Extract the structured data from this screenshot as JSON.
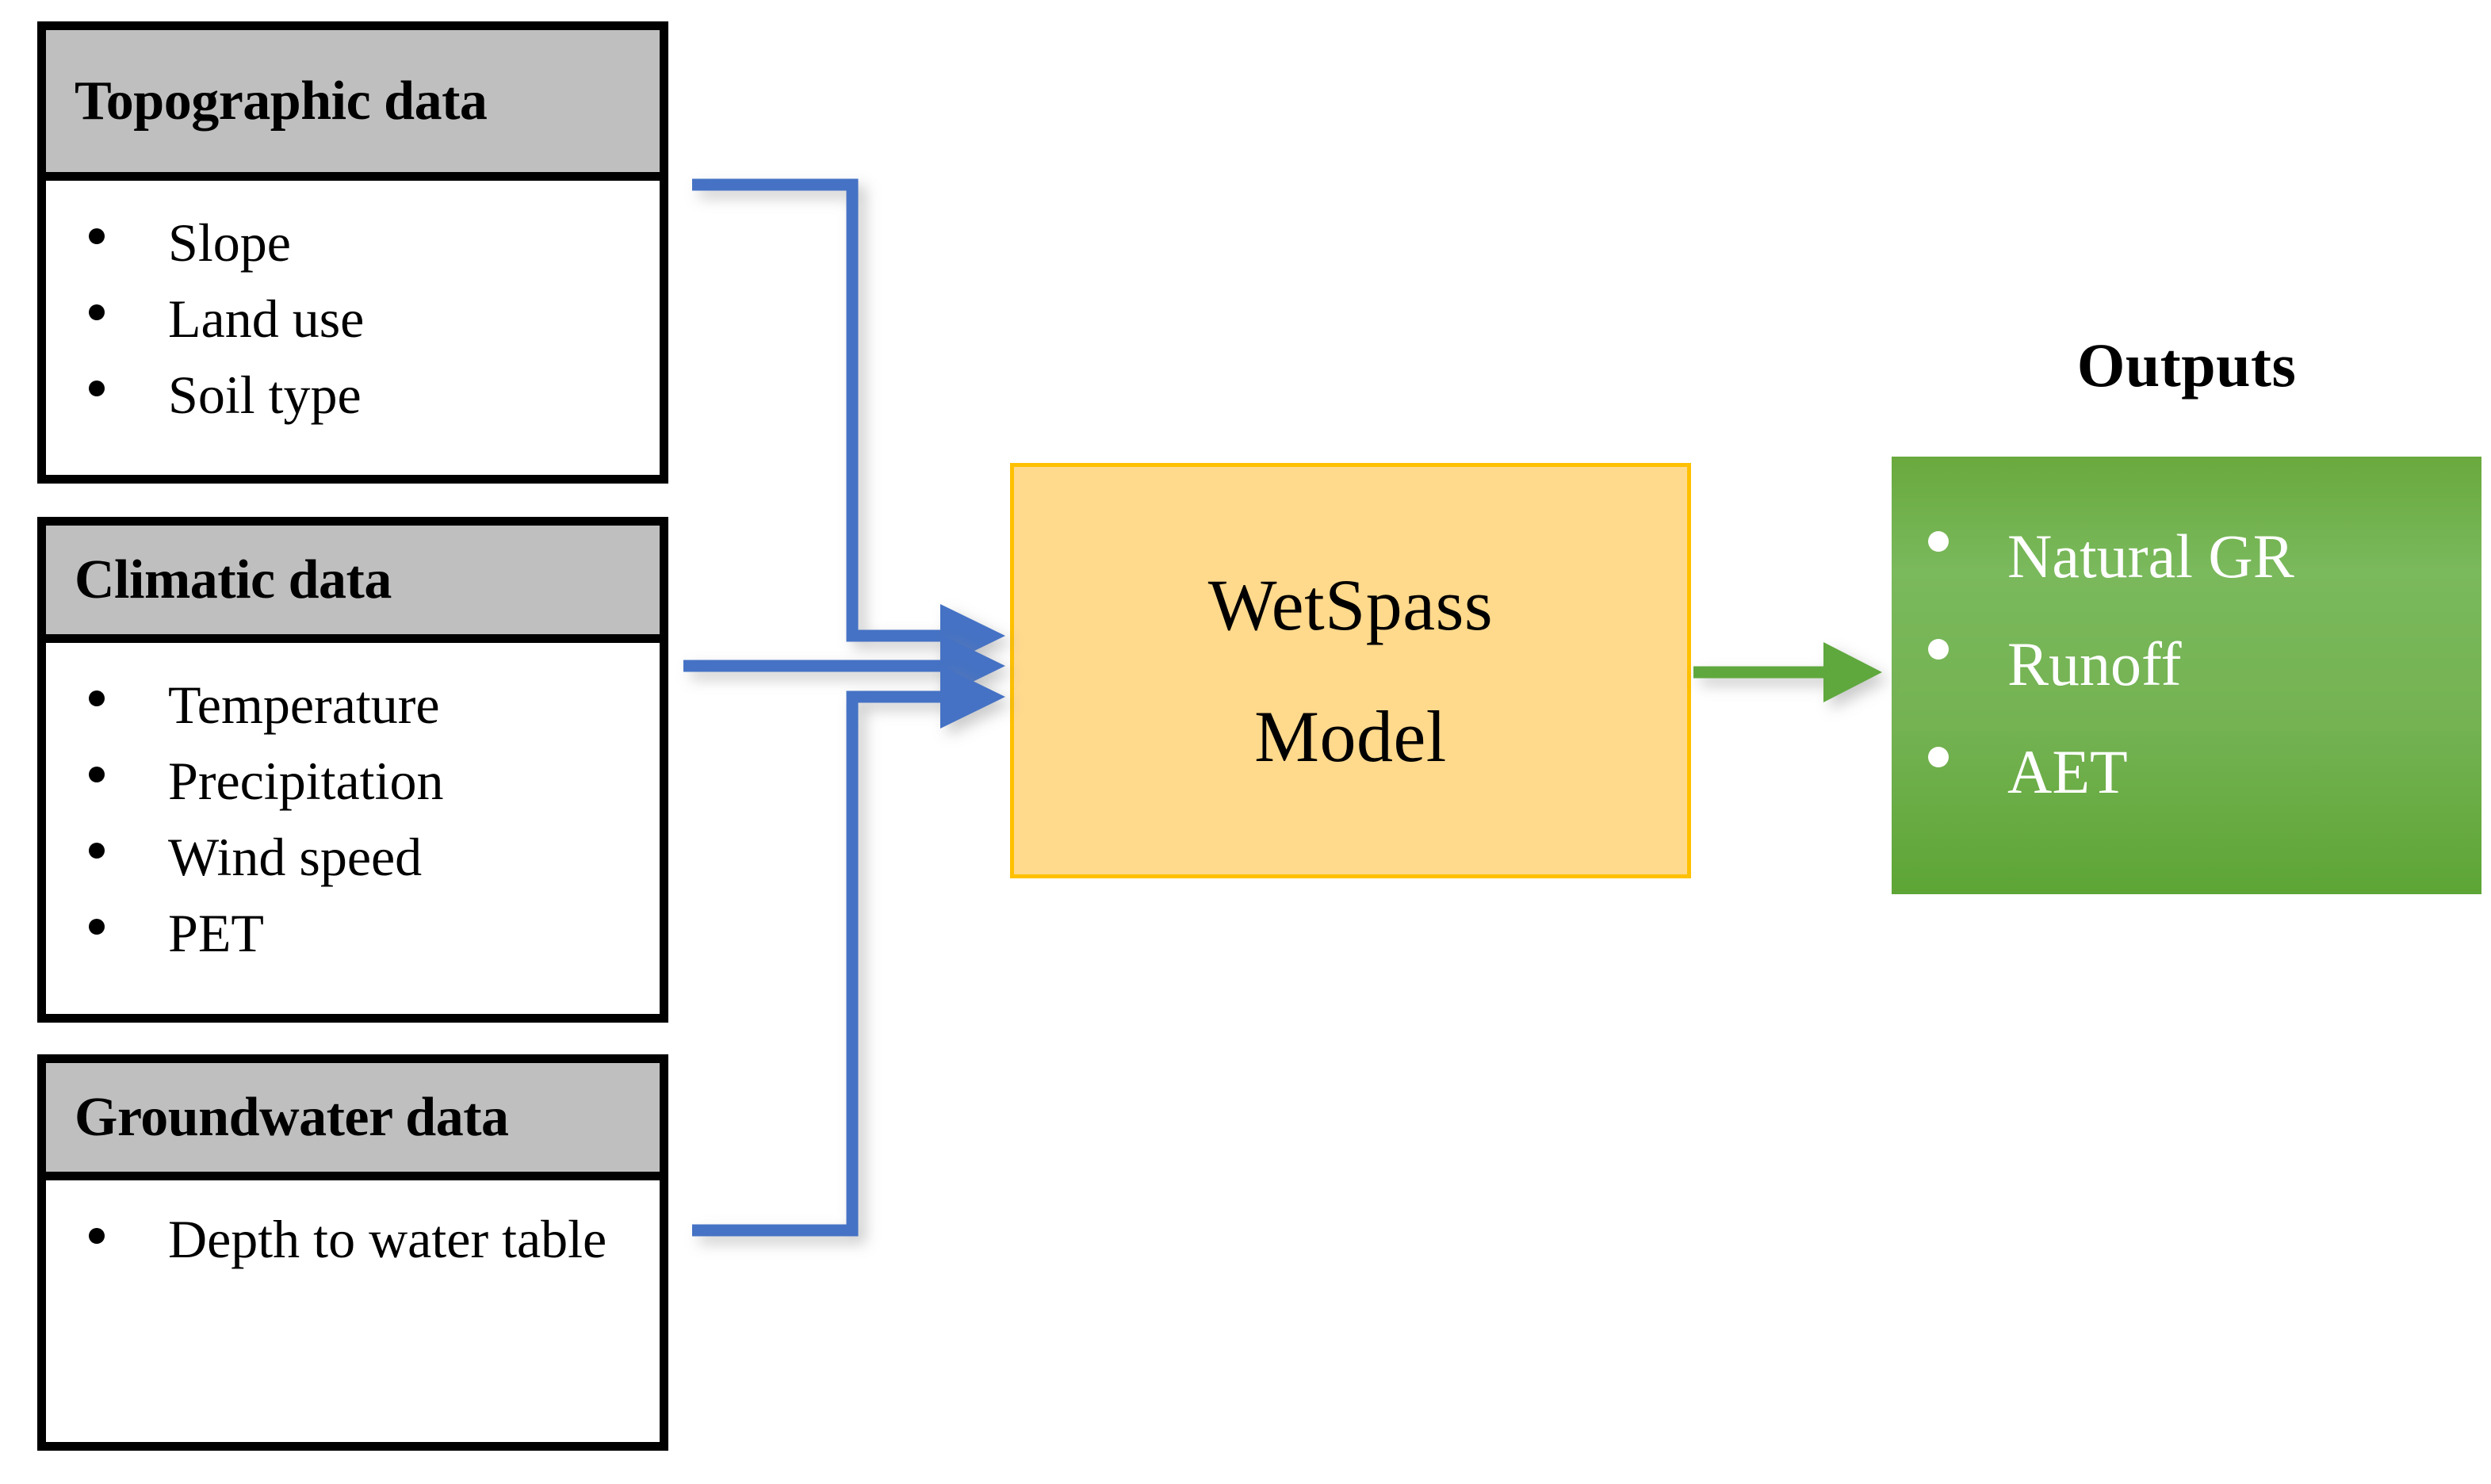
{
  "diagram": {
    "title": "WetSpass model input-output flow diagram",
    "background_color": "#ffffff"
  },
  "colors": {
    "input_header_fill": "#BFBFBF",
    "input_border": "#000000",
    "model_fill": "#FFD98C",
    "model_border": "#FFC000",
    "outputs_fill": "#6DAE40",
    "outputs_text": "#FFFFFF",
    "input_arrow": "#4472C4",
    "output_arrow": "#5FA83C"
  },
  "inputs": [
    {
      "id": "topographic",
      "header": "Topographic data",
      "items": [
        "Slope",
        "Land use",
        "Soil type"
      ]
    },
    {
      "id": "climatic",
      "header": "Climatic data",
      "items": [
        "Temperature",
        "Precipitation",
        "Wind speed",
        "PET"
      ]
    },
    {
      "id": "groundwater",
      "header": "Groundwater data",
      "items": [
        "Depth to water table"
      ]
    }
  ],
  "model": {
    "line1": "WetSpass",
    "line2": "Model"
  },
  "outputs": {
    "title": "Outputs",
    "items": [
      "Natural GR",
      "Runoff",
      "AET"
    ]
  },
  "connectors": [
    {
      "id": "topographic-to-model",
      "from": "topographic",
      "to": "model",
      "style": "elbow-down",
      "color": "#4472C4"
    },
    {
      "id": "climatic-to-model",
      "from": "climatic",
      "to": "model",
      "style": "straight",
      "color": "#4472C4"
    },
    {
      "id": "groundwater-to-model",
      "from": "groundwater",
      "to": "model",
      "style": "elbow-up",
      "color": "#4472C4"
    },
    {
      "id": "model-to-outputs",
      "from": "model",
      "to": "outputs",
      "style": "straight",
      "color": "#5FA83C"
    }
  ]
}
